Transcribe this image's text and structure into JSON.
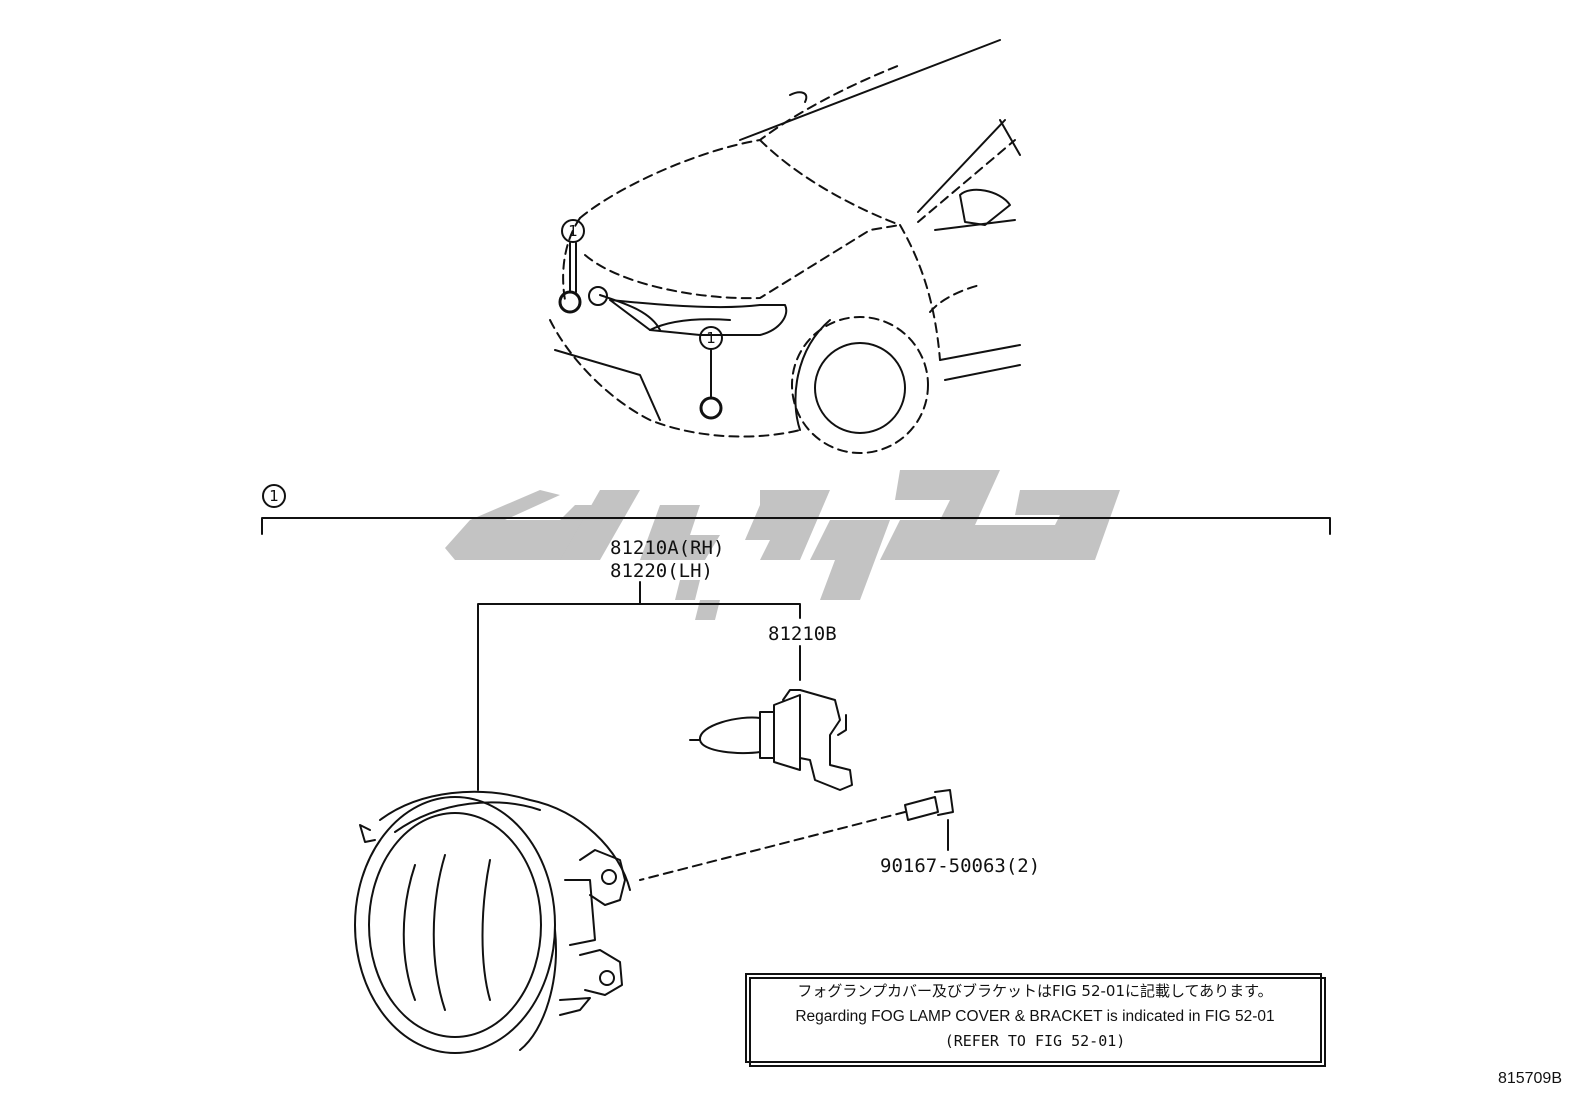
{
  "diagram": {
    "figure_id": "815709B",
    "callout": "1",
    "parts": {
      "lamp_rh": "81210A(RH)",
      "lamp_lh": "81220(LH)",
      "bulb": "81210B",
      "screw": "90167-50063(2)"
    },
    "note": {
      "japanese": "フォグランプカバー及びブラケットはFIG 52-01に記載してあります。",
      "english": "Regarding FOG LAMP COVER & BRACKET is indicated in FIG 52-01",
      "reference": "(REFER TO FIG 52-01)"
    },
    "watermark_text": "لوقوبا"
  }
}
